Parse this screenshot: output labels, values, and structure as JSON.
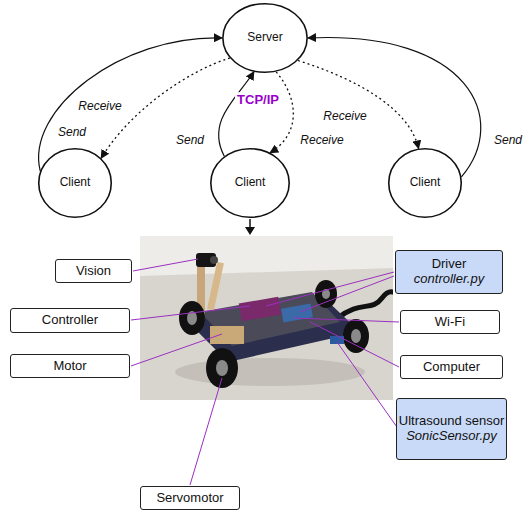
{
  "diagram": {
    "nodes": [
      {
        "text": [
          "Server"
        ]
      },
      {
        "text": [
          "Client"
        ]
      },
      {
        "text": [
          "Client"
        ]
      },
      {
        "text": [
          "Client"
        ]
      },
      {
        "text": [
          "Vision"
        ]
      },
      {
        "text": [
          "Controller"
        ]
      },
      {
        "text": [
          "Motor"
        ]
      },
      {
        "text": [
          "Servomotor"
        ]
      },
      {
        "text": [
          "Driver",
          "controller.py"
        ]
      },
      {
        "text": [
          "Wi-Fi"
        ]
      },
      {
        "text": [
          "Computer"
        ]
      },
      {
        "text": [
          "Ultrasound sensor",
          "SonicSensor.py"
        ]
      }
    ],
    "edges": [
      {
        "from": 1,
        "to": 0,
        "arrow": "to",
        "label": "Send"
      },
      {
        "from": 0,
        "to": 1,
        "arrow": "to",
        "label": "Receive"
      },
      {
        "from": 2,
        "to": 0,
        "arrow": "to",
        "label": "Send"
      },
      {
        "from": 0,
        "to": 2,
        "arrow": "to",
        "label": "Receive"
      },
      {
        "from": 0,
        "to": 3,
        "arrow": "to",
        "label": "Receive"
      },
      {
        "from": 3,
        "to": 0,
        "arrow": "to",
        "label": "Send"
      }
    ],
    "labels": [
      "TCP/IP"
    ]
  }
}
